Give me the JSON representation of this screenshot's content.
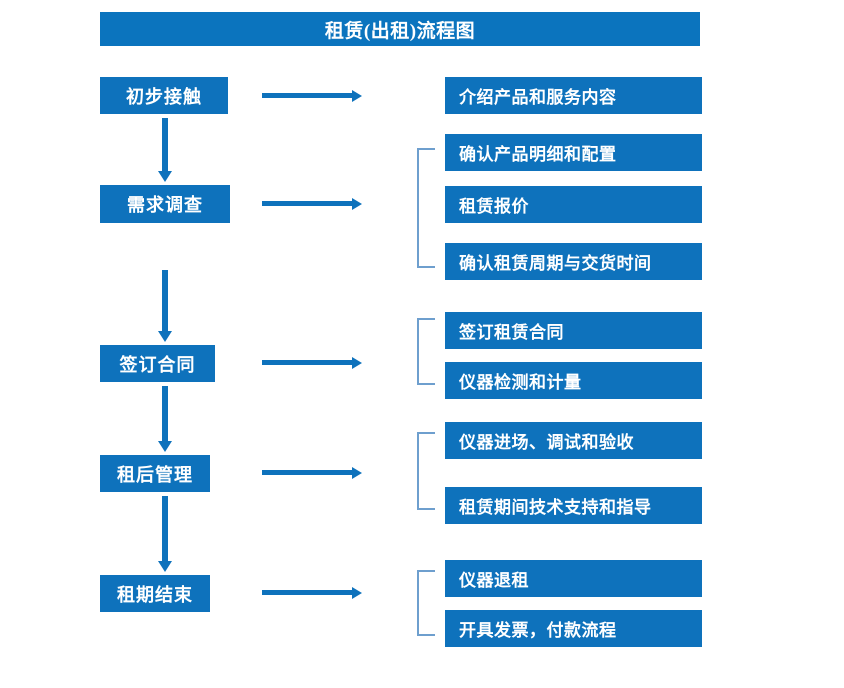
{
  "header": {
    "title": "租赁(出租)流程图"
  },
  "colors": {
    "box_blue": "#0E72BC",
    "title_blue": "#0B74BE",
    "bracket_blue": "#6E9FCE",
    "text_white": "#FFFFFF",
    "background": "#FFFFFF"
  },
  "flow": {
    "stages": [
      {
        "label": "初步接触"
      },
      {
        "label": "需求调查"
      },
      {
        "label": "签订合同"
      },
      {
        "label": "租后管理"
      },
      {
        "label": "租期结束"
      }
    ],
    "details": [
      {
        "label": "介绍产品和服务内容"
      },
      {
        "label": "确认产品明细和配置"
      },
      {
        "label": "租赁报价"
      },
      {
        "label": "确认租赁周期与交货时间"
      },
      {
        "label": "签订租赁合同"
      },
      {
        "label": "仪器检测和计量"
      },
      {
        "label": "仪器进场、调试和验收"
      },
      {
        "label": "租赁期间技术支持和指导"
      },
      {
        "label": "仪器退租"
      },
      {
        "label": "开具发票，付款流程"
      }
    ],
    "groups": [
      {
        "stage": "初步接触",
        "details": [
          "介绍产品和服务内容"
        ]
      },
      {
        "stage": "需求调查",
        "details": [
          "确认产品明细和配置",
          "租赁报价",
          "确认租赁周期与交货时间"
        ]
      },
      {
        "stage": "签订合同",
        "details": [
          "签订租赁合同",
          "仪器检测和计量"
        ]
      },
      {
        "stage": "租后管理",
        "details": [
          "仪器进场、调试和验收",
          "租赁期间技术支持和指导"
        ]
      },
      {
        "stage": "租期结束",
        "details": [
          "仪器退租",
          "开具发票，付款流程"
        ]
      }
    ]
  }
}
